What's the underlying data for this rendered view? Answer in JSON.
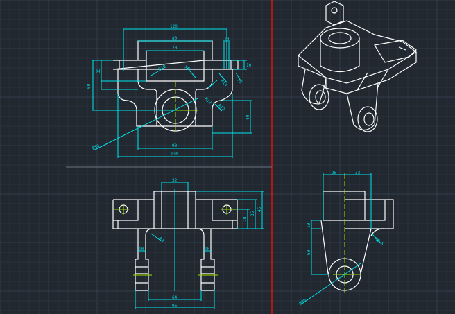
{
  "viewports": [
    "front-view",
    "isometric-view",
    "side-view",
    "top-view"
  ],
  "colors": {
    "background": "#212830",
    "object": "#ffffff",
    "dimension": "#00e5ee",
    "centerline": "#9be000",
    "viewport_border": "#e01010"
  },
  "front_view": {
    "dims": {
      "w120": "120",
      "w80": "80",
      "w70": "70",
      "h10a": "10",
      "h35": "35",
      "h10b": "10",
      "h60": "60",
      "h40": "40",
      "w90": "90",
      "w130": "130",
      "dia50": "Ø50",
      "r10": "R10",
      "r8": "R8",
      "r12a": "R12",
      "r12b": "R12",
      "r5": "R5",
      "r14": "R14"
    }
  },
  "top_view": {
    "dims": {
      "w32": "32",
      "h45": "45",
      "h35": "35",
      "h20": "20",
      "w10a": "10",
      "w10b": "10",
      "r4": "R4",
      "w64": "64",
      "w96": "96"
    }
  },
  "side_view": {
    "dims": {
      "w25": "25",
      "w33": "33",
      "h10": "10",
      "h60": "60",
      "r85": "R8.5",
      "dia30": "Ø30"
    }
  }
}
